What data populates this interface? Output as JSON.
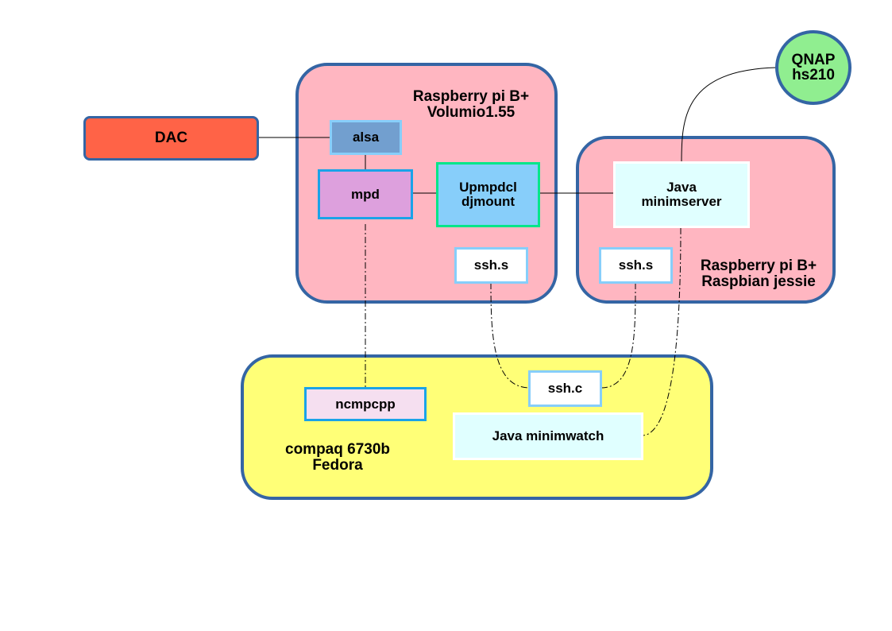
{
  "colors": {
    "group_border": "#3465a4",
    "pink_group_fill": "#ffb6c1",
    "yellow_group_fill": "#ffff77",
    "dac_fill": "#ff6347",
    "qnap_fill": "#90ee90",
    "alsa_fill": "#729fcf",
    "mpd_fill": "#dda0dd",
    "upmpdcl_fill": "#87cefa",
    "java_fill": "#e0ffff",
    "ncmpcpp_fill": "#f5dff0"
  },
  "groups": {
    "volumio_label": "Raspberry pi B+\nVolumio1.55",
    "raspbian_label": "Raspberry pi B+\nRaspbian jessie",
    "fedora_label": "compaq 6730b\nFedora"
  },
  "nodes": {
    "dac": "DAC",
    "qnap": "QNAP\nhs210",
    "alsa": "alsa",
    "mpd": "mpd",
    "upmpdcl": "Upmpdcl\ndjmount",
    "java_minimserver": "Java\nminimserver",
    "ssh_s_volumio": "ssh.s",
    "ssh_s_raspbian": "ssh.s",
    "ssh_c": "ssh.c",
    "ncmpcpp": "ncmpcpp",
    "java_minimwatch": "Java minimwatch"
  }
}
